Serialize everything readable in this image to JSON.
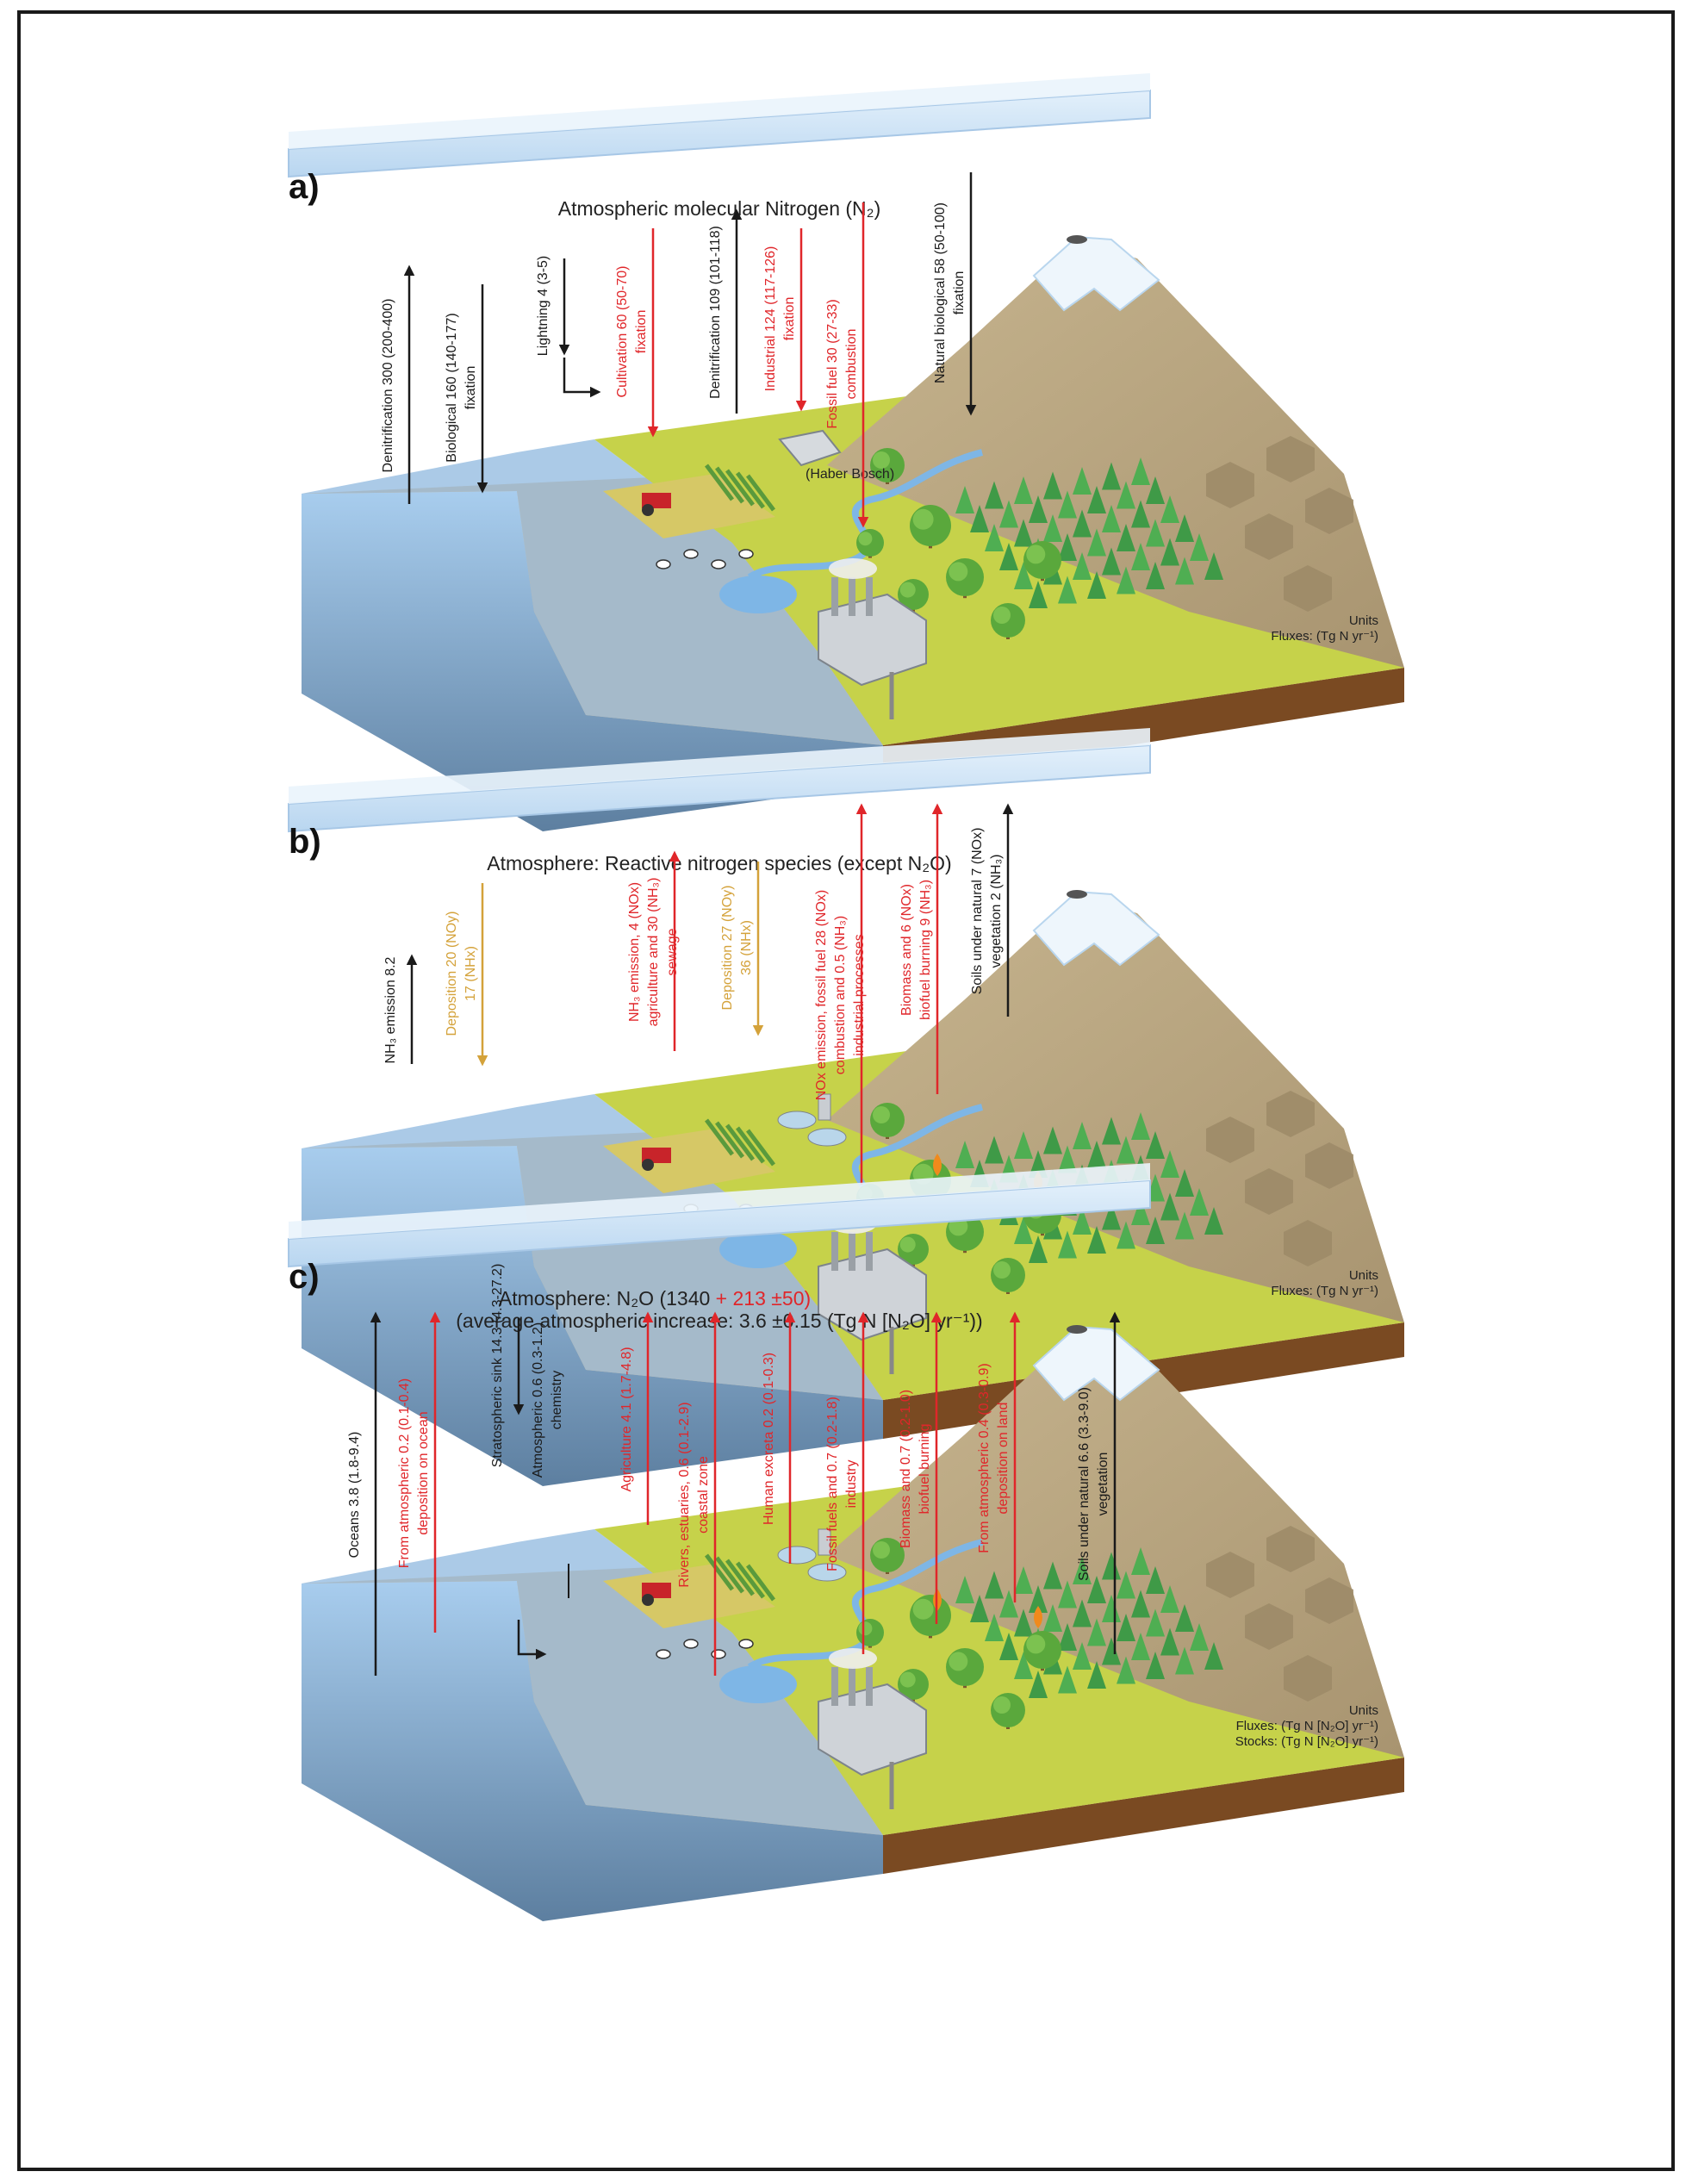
{
  "colors": {
    "black": "#1a1a1a",
    "red": "#e0262a",
    "orange": "#d4a23a",
    "ocean": "#9cc4e8",
    "land": "#c6d24a",
    "mountain": "#b8a47e",
    "soil": "#e9c58e",
    "bar": "#cfe4f7"
  },
  "panels": [
    {
      "letter": "a)",
      "title": "Atmospheric molecular Nitrogen (N₂)",
      "title_red": "",
      "units_label": "Units",
      "units_lines": [
        "Fluxes: (Tg N yr⁻¹)"
      ],
      "fluxes": [
        {
          "lines": [
            "Denitrification  300 (200-400)"
          ],
          "color": "black",
          "dir": "up"
        },
        {
          "lines": [
            "Biological  160 (140-177)",
            "fixation"
          ],
          "color": "black",
          "dir": "down"
        },
        {
          "lines": [
            "Lightning  4 (3-5)"
          ],
          "color": "black",
          "dir": "down"
        },
        {
          "lines": [
            "Cultivation  60 (50-70)",
            "fixation"
          ],
          "color": "red",
          "dir": "down"
        },
        {
          "lines": [
            "Denitrification  109 (101-118)"
          ],
          "color": "black",
          "dir": "up"
        },
        {
          "lines": [
            "Industrial  124 (117-126)",
            "fixation"
          ],
          "color": "red",
          "dir": "down"
        },
        {
          "lines": [
            "Fossil fuel  30 (27-33)",
            "combustion"
          ],
          "color": "red",
          "dir": "down"
        },
        {
          "lines": [
            "Natural biological  58 (50-100)",
            "fixation"
          ],
          "color": "black",
          "dir": "down"
        }
      ],
      "annotations": [
        "(Haber Bosch)"
      ]
    },
    {
      "letter": "b)",
      "title": "Atmosphere: Reactive nitrogen species (except N₂O)",
      "title_red": "",
      "units_label": "Units",
      "units_lines": [
        "Fluxes: (Tg N yr⁻¹)"
      ],
      "fluxes": [
        {
          "lines": [
            "NH₃ emission  8.2"
          ],
          "color": "black",
          "dir": "up"
        },
        {
          "lines": [
            "Deposition  20 (NOy)",
            "17 (NHx)"
          ],
          "color": "orange",
          "dir": "down"
        },
        {
          "lines": [
            "NH₃ emission,   4 (NOx)",
            "agriculture and  30 (NH₃)",
            "sewage"
          ],
          "color": "red",
          "dir": "up"
        },
        {
          "lines": [
            "Deposition  27 (NOy)",
            "36 (NHx)"
          ],
          "color": "orange",
          "dir": "down"
        },
        {
          "lines": [
            "NOx emission, fossil fuel  28 (NOx)",
            "combustion and   0.5 (NH₃)",
            "industrial processes"
          ],
          "color": "red",
          "dir": "up"
        },
        {
          "lines": [
            "Biomass and  6 (NOx)",
            "biofuel burning  9 (NH₃)"
          ],
          "color": "red",
          "dir": "up"
        },
        {
          "lines": [
            "Soils under natural  7 (NOx)",
            "vegetation  2 (NH₃)"
          ],
          "color": "black",
          "dir": "up"
        }
      ],
      "annotations": []
    },
    {
      "letter": "c)",
      "title": "Atmosphere: N₂O (1340",
      "title_red_inline": "+ 213 ±50)",
      "title_red": "(average atmospheric increase: 3.6 ±0.15 (Tg N [N₂O] yr⁻¹))",
      "units_label": "Units",
      "units_lines": [
        "Fluxes: (Tg N [N₂O] yr⁻¹)",
        "Stocks: (Tg N [N₂O] yr⁻¹)"
      ],
      "fluxes": [
        {
          "lines": [
            "Oceans  3.8 (1.8-9.4)"
          ],
          "color": "black",
          "dir": "up"
        },
        {
          "lines": [
            "From atmospheric  0.2 (0.1-0.4)",
            "deposition on ocean"
          ],
          "color": "red",
          "dir": "up"
        },
        {
          "lines": [
            "Stratospheric sink  14.3 (4.3-27.2)"
          ],
          "color": "black",
          "dir": "down"
        },
        {
          "lines": [
            "Atmospheric  0.6 (0.3-1.2)",
            "chemistry"
          ],
          "color": "black",
          "dir": "none"
        },
        {
          "lines": [
            "Agriculture  4.1 (1.7-4.8)"
          ],
          "color": "red",
          "dir": "up"
        },
        {
          "lines": [
            "Rivers, estuaries,  0.6 (0.1-2.9)",
            "coastal zone"
          ],
          "color": "red",
          "dir": "up"
        },
        {
          "lines": [
            "Human excreta  0.2 (0.1-0.3)"
          ],
          "color": "red",
          "dir": "up"
        },
        {
          "lines": [
            "Fossil fuels and  0.7 (0.2-1.8)",
            "industry"
          ],
          "color": "red",
          "dir": "up"
        },
        {
          "lines": [
            "Biomass and  0.7 (0.2-1.0)",
            "biofuel burning"
          ],
          "color": "red",
          "dir": "up"
        },
        {
          "lines": [
            "From atmospheric  0.4 (0.3-0.9)",
            "deposition on land"
          ],
          "color": "red",
          "dir": "up"
        },
        {
          "lines": [
            "Soils under natural  6.6 (3.3-9.0)",
            "vegetation"
          ],
          "color": "black",
          "dir": "up"
        }
      ],
      "annotations": []
    }
  ]
}
